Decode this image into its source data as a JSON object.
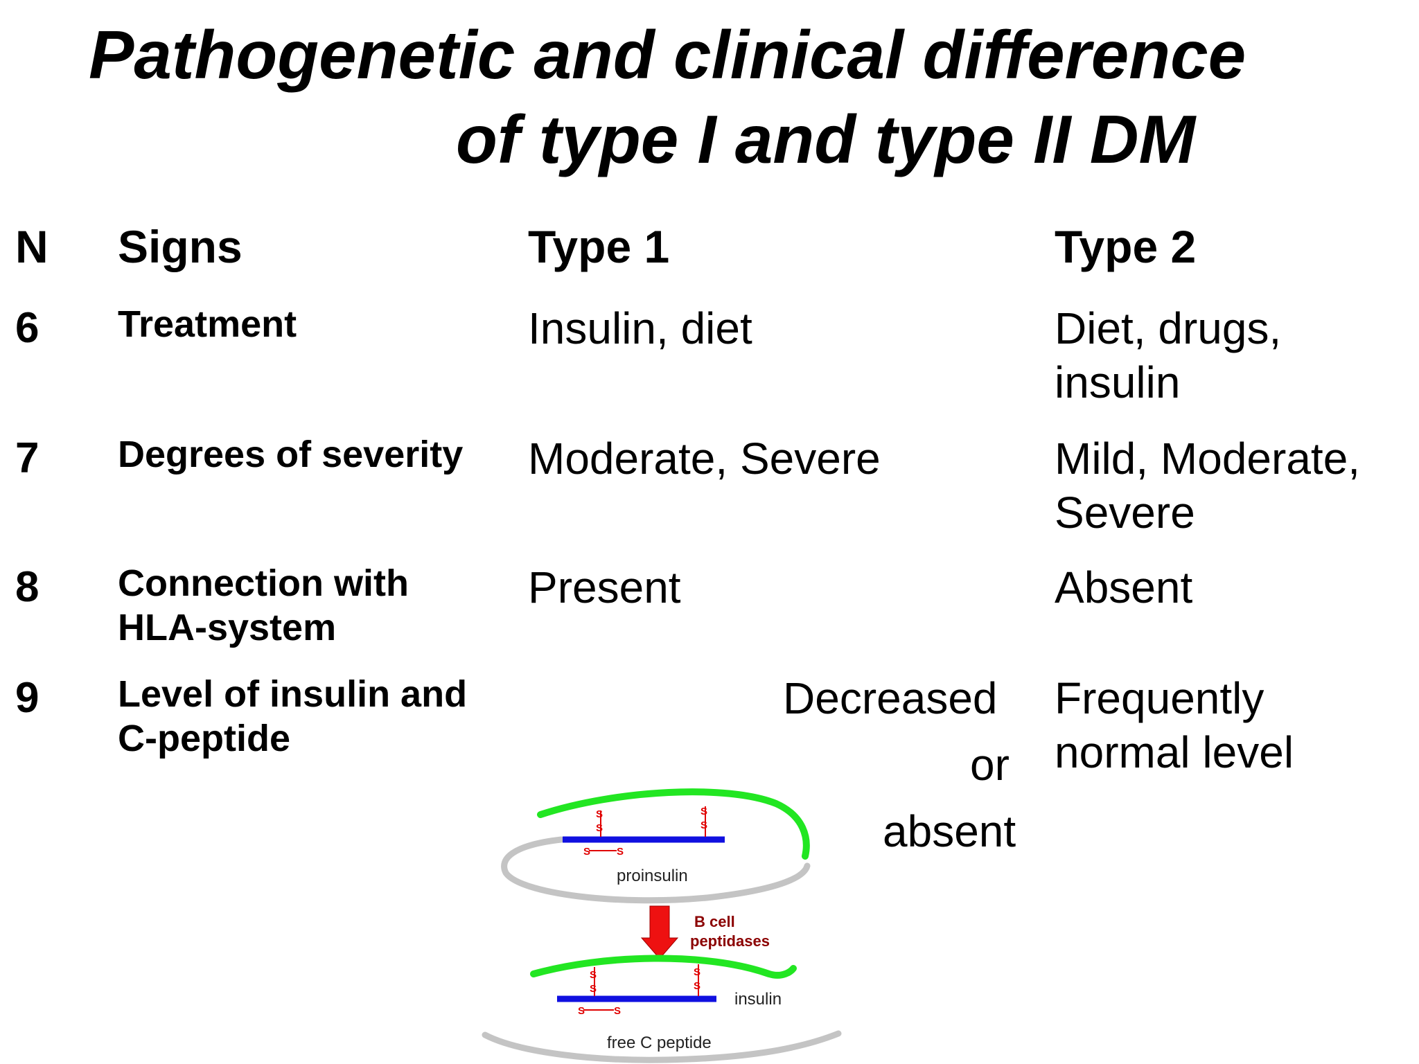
{
  "title": {
    "line1": "Pathogenetic  and clinical difference",
    "line2": "of type I  and type II DM"
  },
  "table": {
    "headers": {
      "n": "N",
      "signs": "Signs",
      "type1": "Type 1",
      "type2": "Type 2"
    },
    "rows": [
      {
        "n": "6",
        "sign": [
          "Treatment"
        ],
        "type1": [
          "Insulin, diet"
        ],
        "type2": [
          "Diet, drugs,",
          "insulin"
        ]
      },
      {
        "n": "7",
        "sign": [
          "Degrees of severity"
        ],
        "type1": [
          "Moderate, Severe"
        ],
        "type2": [
          "Mild, Moderate,",
          "Severe"
        ]
      },
      {
        "n": "8",
        "sign": [
          "Connection with",
          "HLA-system"
        ],
        "type1": [
          "Present"
        ],
        "type2": [
          "Absent"
        ]
      },
      {
        "n": "9",
        "sign": [
          "Level of insulin and",
          "C-peptide"
        ],
        "type1": [
          "Decreased",
          "or",
          "absent"
        ],
        "type2": [
          "Frequently",
          "normal level"
        ]
      }
    ]
  },
  "diagram": {
    "proinsulin_label": "proinsulin",
    "enzyme_label_1": "B cell",
    "enzyme_label_2": "peptidases",
    "insulin_label": "insulin",
    "c_peptide_label": "free C peptide",
    "disulfide_label": "S",
    "colors": {
      "a_chain": "#1010e0",
      "b_chain": "#22e622",
      "c_peptide": "#c4c4c4",
      "bonds": "#e00000",
      "arrow": "#ee1111",
      "enzyme_text": "#8b0000"
    }
  }
}
